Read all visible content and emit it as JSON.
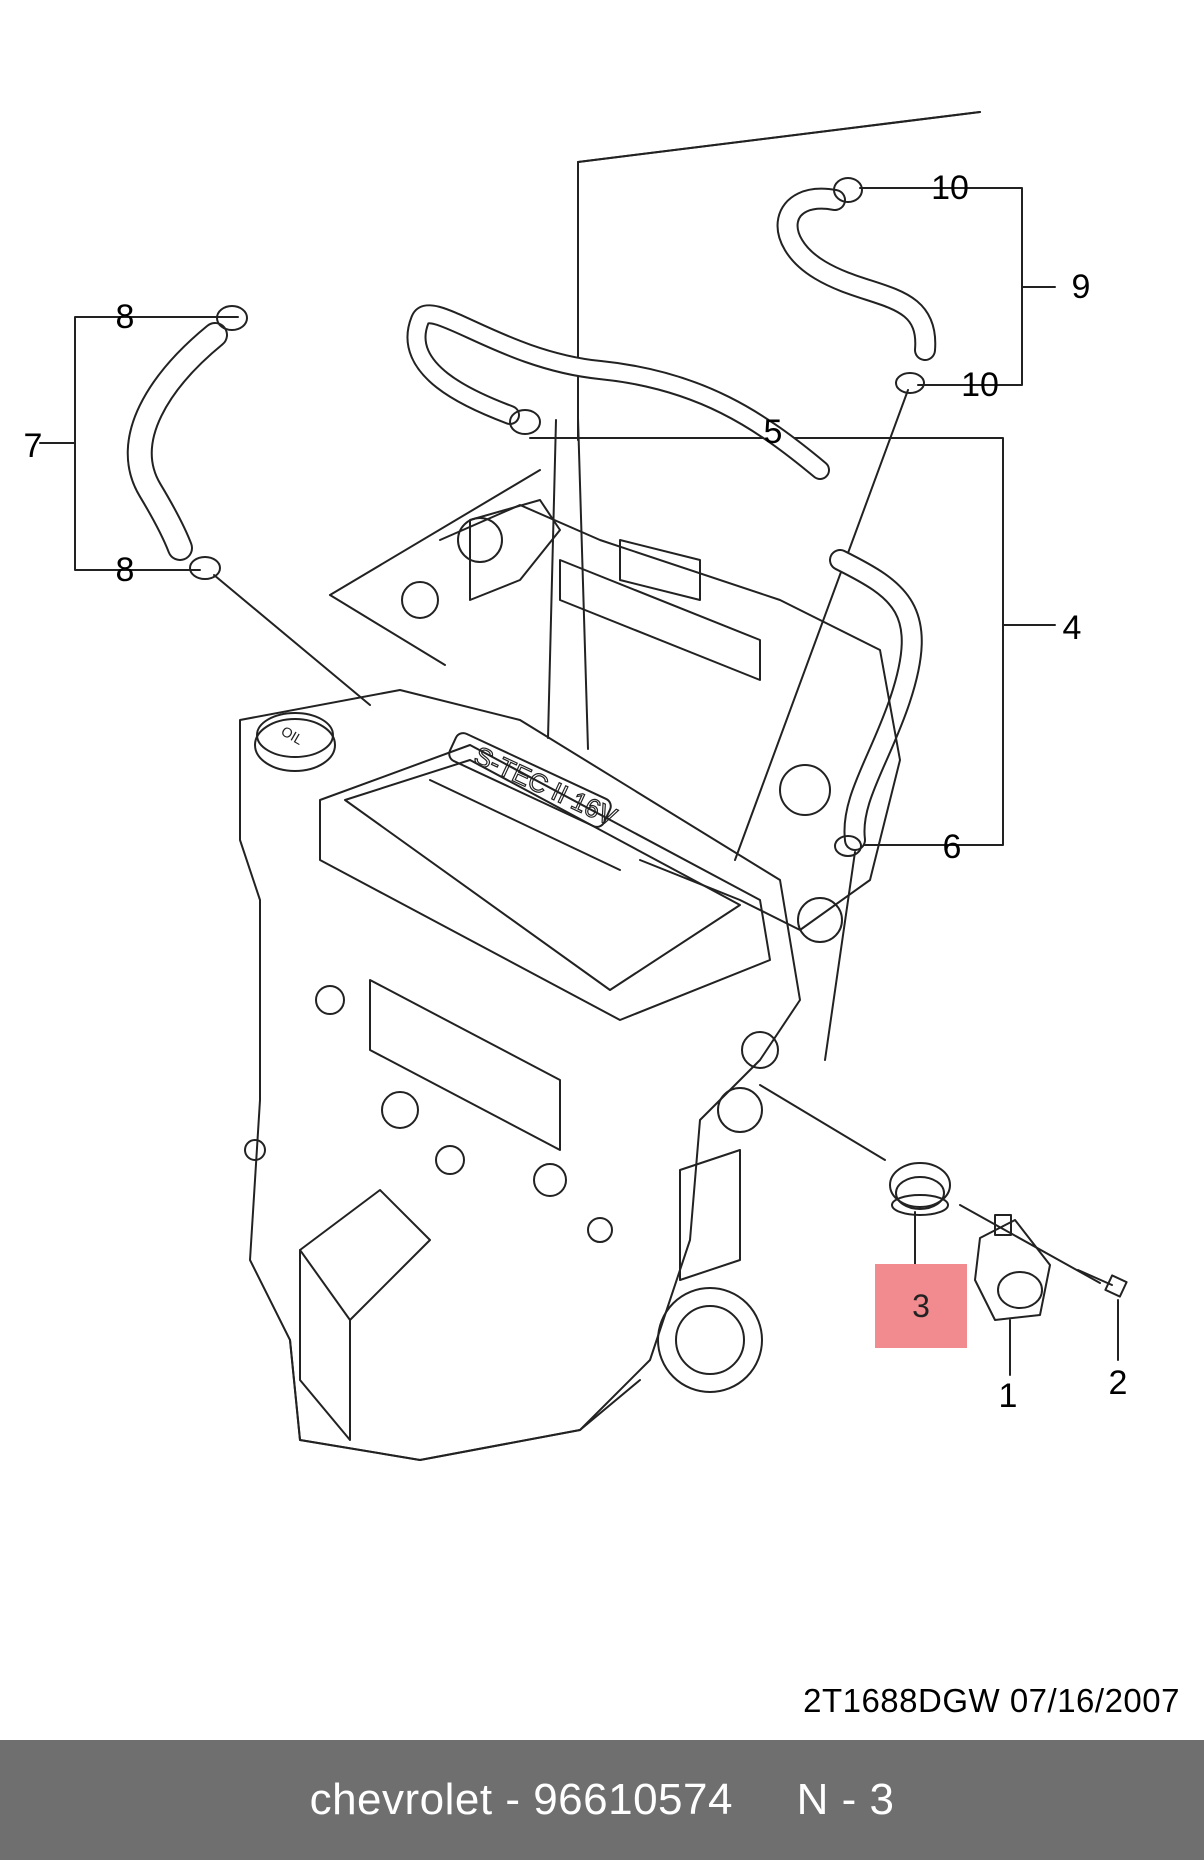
{
  "callouts": {
    "c1": "1",
    "c2": "2",
    "c3": "3",
    "c4": "4",
    "c5": "5",
    "c6": "6",
    "c7": "7",
    "c8_top": "8",
    "c8_bottom": "8",
    "c9": "9",
    "c10_top": "10",
    "c10_bottom": "10"
  },
  "engine_cover_text": "S-TEC II 16V",
  "oil_cap_text": "OIL",
  "highlight": {
    "label": "3",
    "color": "#f28b8f"
  },
  "drawing_id": "2T1688DGW  07/16/2007",
  "footer": {
    "text": "chevrolet - 96610574     N - 3",
    "background": "#6f6f6f"
  }
}
